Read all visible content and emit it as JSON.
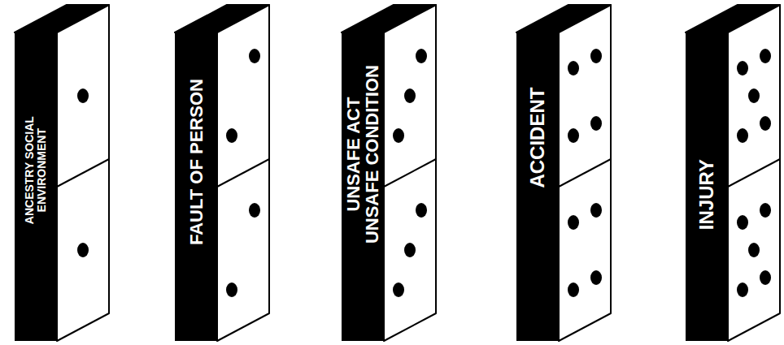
{
  "diagram": {
    "nodes": [
      {
        "text": [
          "ANCESTRY SOCIAL ENVIRONMENT"
        ]
      },
      {
        "text": [
          "FAULT OF PERSON"
        ]
      },
      {
        "text": [
          "UNSAFE ACT UNSAFE CONDITION"
        ]
      },
      {
        "text": [
          "ACCIDENT"
        ]
      },
      {
        "text": [
          "INJURY"
        ]
      }
    ]
  }
}
